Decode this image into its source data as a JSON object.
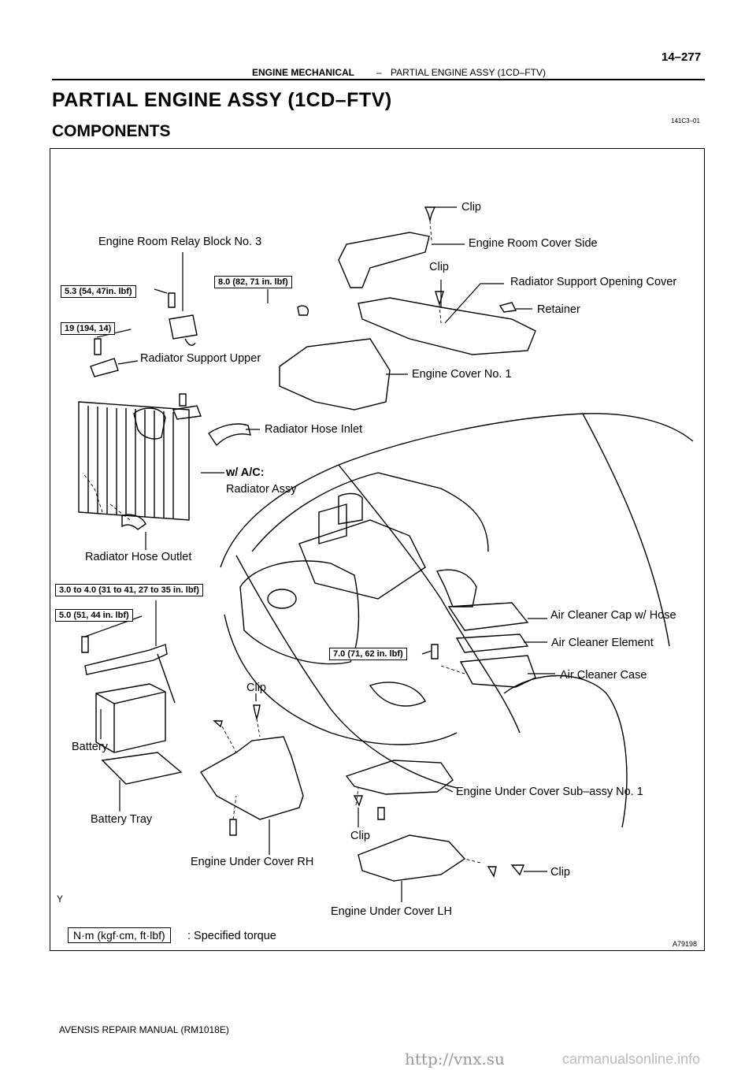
{
  "header": {
    "page_number": "14–277",
    "section": "ENGINE MECHANICAL",
    "separator": "–",
    "subsection": "PARTIAL ENGINE ASSY (1CD–FTV)"
  },
  "title": "PARTIAL ENGINE ASSY (1CD–FTV)",
  "subtitle": "COMPONENTS",
  "ref_code": "141C3–01",
  "labels": {
    "clip_top": "Clip",
    "engine_room_cover_side": "Engine Room Cover Side",
    "engine_room_relay_block": "Engine Room Relay Block No. 3",
    "clip_2": "Clip",
    "radiator_support_opening_cover": "Radiator Support Opening Cover",
    "retainer": "Retainer",
    "radiator_support_upper": "Radiator Support Upper",
    "engine_cover_no1": "Engine Cover No. 1",
    "radiator_hose_inlet": "Radiator Hose Inlet",
    "wac": "w/ A/C:",
    "radiator_assy": "Radiator Assy",
    "radiator_hose_outlet": "Radiator Hose Outlet",
    "air_cleaner_cap": "Air Cleaner Cap w/ Hose",
    "air_cleaner_element": "Air Cleaner Element",
    "air_cleaner_case": "Air Cleaner Case",
    "clip_3": "Clip",
    "battery": "Battery",
    "engine_under_cover_sub": "Engine Under Cover Sub–assy No. 1",
    "battery_tray": "Battery  Tray",
    "clip_4": "Clip",
    "engine_under_cover_rh": "Engine Under Cover RH",
    "clip_5": "Clip",
    "engine_under_cover_lh": "Engine Under Cover LH",
    "y_mark": "Y",
    "figure_code": "A79198"
  },
  "torques": {
    "t1": "5.3 (54,  47in. lbf)",
    "t2": "8.0 (82, 71 in. lbf)",
    "t3": "19 (194, 14)",
    "t4": "3.0 to 4.0 (31 to 41, 27 to 35 in. lbf)",
    "t5": "5.0 (51, 44 in. lbf)",
    "t6": "7.0 (71, 62 in. lbf)"
  },
  "legend": {
    "unit": "N·m (kgf·cm, ft·lbf)",
    "meaning": ": Specified torque"
  },
  "footer": "AVENSIS REPAIR MANUAL   (RM1018E)",
  "watermark": "http://vnx.su",
  "watermark2": "carmanualsonline.info"
}
